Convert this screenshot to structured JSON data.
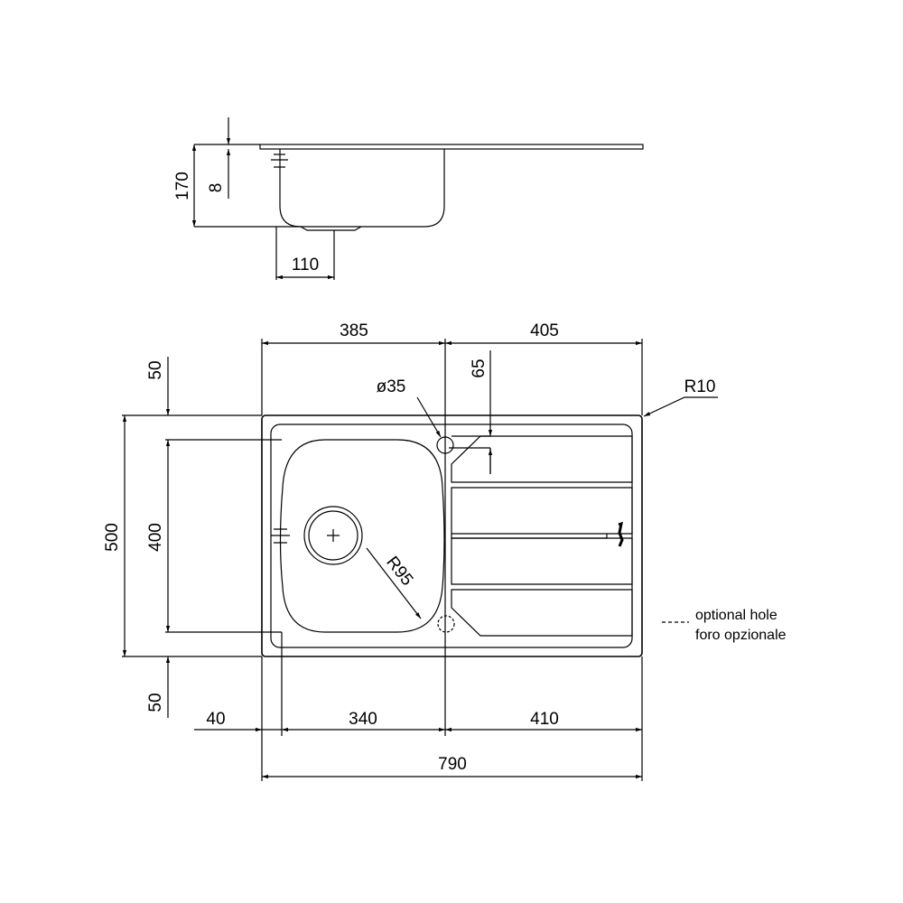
{
  "side_view": {
    "height": "170",
    "thickness": "8",
    "drain_offset": "110"
  },
  "plan_view": {
    "dim_bowl_section": "385",
    "dim_drainer_section": "405",
    "dim_tap_hole_offset": "65",
    "tap_hole_diameter": "ø35",
    "corner_radius": "R10",
    "bowl_radius": "R95",
    "dim_total_depth": "500",
    "dim_bowl_depth": "400",
    "dim_top_margin": "50",
    "dim_bottom_margin": "50",
    "dim_left_margin": "40",
    "dim_bowl_width": "340",
    "dim_drainer_width": "410",
    "dim_total_width": "790"
  },
  "legend": {
    "line1": "optional hole",
    "line2": "foro opzionale"
  },
  "colors": {
    "line": "#000000",
    "background": "#ffffff"
  }
}
